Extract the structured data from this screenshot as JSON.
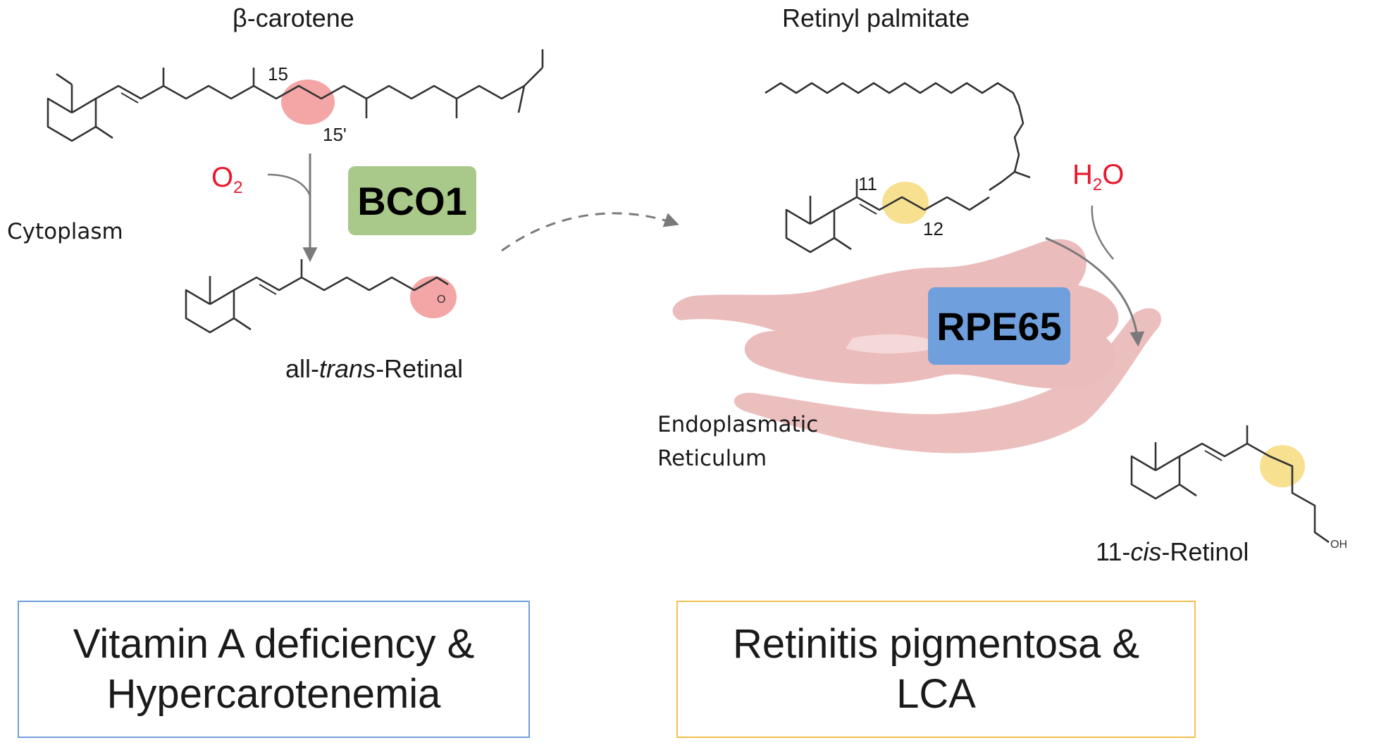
{
  "molecules": {
    "beta_carotene": {
      "name": "β-carotene",
      "carbon_a": "15",
      "carbon_b": "15'"
    },
    "retinyl_palmitate": {
      "name": "Retinyl palmitate",
      "carbon_a": "11",
      "carbon_b": "12"
    },
    "all_trans_retinal": {
      "prefix": "all-",
      "italic": "trans",
      "suffix": "-Retinal"
    },
    "cis_retinol": {
      "prefix": "11-",
      "italic": "cis",
      "suffix": "-Retinol",
      "oh_label": "OH"
    },
    "carbonyl_oxygen": "O"
  },
  "reagents": {
    "oxygen": {
      "symbol": "O",
      "subscript": "2"
    },
    "water": {
      "symbol_h": "H",
      "subscript": "2",
      "symbol_o": "O"
    }
  },
  "compartments": {
    "cytoplasm": "Cytoplasm",
    "er_line1": "Endoplasmatic",
    "er_line2": "Reticulum"
  },
  "enzymes": {
    "bco1": {
      "label": "BCO1",
      "color": "#a9c98a"
    },
    "rpe65": {
      "label": "RPE65",
      "color": "#6f9fdc"
    }
  },
  "diseases": {
    "left": {
      "line1": "Vitamin A deficiency &",
      "line2": "Hypercarotenemia",
      "border_color": "#6f9fdc"
    },
    "right": {
      "line1": "Retinitis pigmentosa &",
      "line2": "LCA",
      "border_color": "#f2c14e"
    }
  },
  "highlight_colors": {
    "cleavage_site": "#f4a6a6",
    "isomerization_site": "#f7e08f",
    "er_membrane": "#e8b6b6"
  }
}
